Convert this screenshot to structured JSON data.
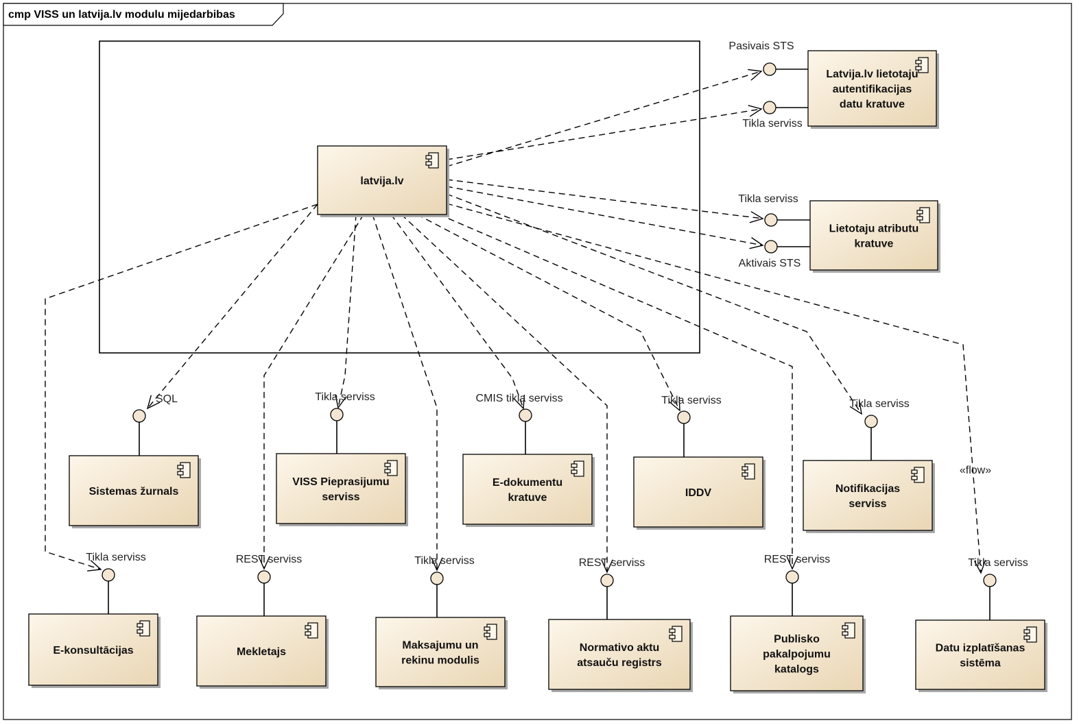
{
  "frame": {
    "title": "cmp VISS un latvija.lv modulu mijedarbibas"
  },
  "colors": {
    "component_fill": "#f5e9d4",
    "component_fill_dark": "#e6d3ae",
    "line": "#000000",
    "shadow": "#9a9a9a",
    "interface_fill": "#f3e6d2"
  },
  "components": {
    "latvija": {
      "lines": [
        "latvija.lv"
      ]
    },
    "autent": {
      "lines": [
        "Latvija.lv lietotaju",
        "autentifikacijas",
        "datu kratuve"
      ]
    },
    "atributi": {
      "lines": [
        "Lietotaju atributu",
        "kratuve"
      ]
    },
    "zurnals": {
      "lines": [
        "Sistemas žurnals"
      ]
    },
    "pieprasijumi": {
      "lines": [
        "VISS Pieprasijumu",
        "serviss"
      ]
    },
    "edok": {
      "lines": [
        "E-dokumentu",
        "kratuve"
      ]
    },
    "iddv": {
      "lines": [
        "IDDV"
      ]
    },
    "notif": {
      "lines": [
        "Notifikacijas",
        "serviss"
      ]
    },
    "ekons": {
      "lines": [
        "E-konsultācijas"
      ]
    },
    "mekl": {
      "lines": [
        "Mekletajs"
      ]
    },
    "maks": {
      "lines": [
        "Maksajumu un",
        "rekinu modulis"
      ]
    },
    "norm": {
      "lines": [
        "Normativo aktu",
        "atsauču registrs"
      ]
    },
    "publ": {
      "lines": [
        "Publisko",
        "pakalpojumu",
        "katalogs"
      ]
    },
    "datu": {
      "lines": [
        "Datu izplatīšanas",
        "sistēma"
      ]
    }
  },
  "interfaces": {
    "pasivais": "Pasivais STS",
    "tikla_autent": "Tikla serviss",
    "tikla_atrib": "Tikla serviss",
    "aktivais": "Aktivais STS",
    "sql": "SQL",
    "tikla_viss": "Tikla serviss",
    "cmis": "CMIS tikla serviss",
    "tikla_iddv": "Tikla serviss",
    "tikla_notif": "Tikla serviss",
    "tikla_ekons": "Tikla serviss",
    "rest_mekl": "REST serviss",
    "tikla_maks": "Tikla serviss",
    "rest_norm": "REST serviss",
    "rest_publ": "REST serviss",
    "tikla_datu": "Tikla serviss"
  },
  "flow_label": "«flow»"
}
